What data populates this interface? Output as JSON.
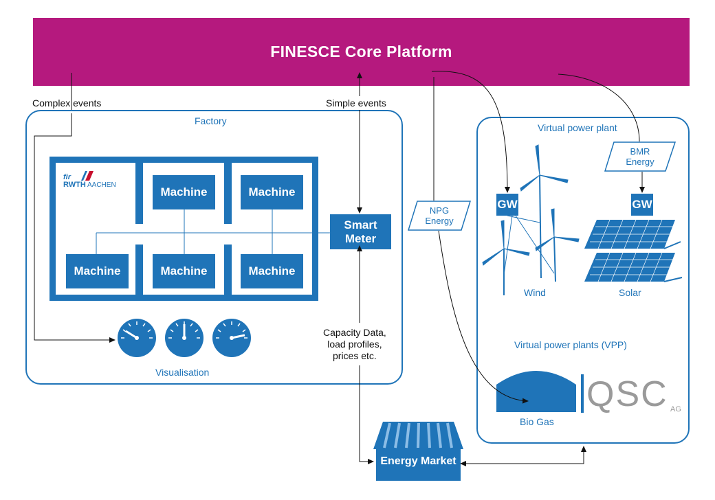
{
  "platform": {
    "title": "FINESCE Core Platform",
    "color": "#b5197e"
  },
  "flows": {
    "complex_events": "Complex events",
    "simple_events": "Simple events",
    "capacity_data": [
      "Capacity Data,",
      "load profiles,",
      "prices etc."
    ]
  },
  "factory": {
    "title": "Factory",
    "logo": {
      "fir": "fir",
      "rwth": "RWTH",
      "aachen": "AACHEN"
    },
    "machines": [
      "Machine",
      "Machine",
      "Machine",
      "Machine",
      "Machine"
    ],
    "smart_meter": [
      "Smart",
      "Meter"
    ],
    "visualisation": "Visualisation"
  },
  "vpp": {
    "title": "Virtual power plant",
    "bmr": [
      "BMR",
      "Energy"
    ],
    "npg": [
      "NPG",
      "Energy"
    ],
    "gw_label": "GW",
    "wind": "Wind",
    "solar": "Solar",
    "plants_label": "Virtual power plants (VPP)",
    "biogas": "Bio Gas",
    "qsc": {
      "name": "QSC",
      "suffix": "AG"
    }
  },
  "market": {
    "label": "Energy Market"
  },
  "colors": {
    "accent": "#1f74b8",
    "platform": "#b5197e",
    "qsc_gray": "#9a9a9a"
  }
}
